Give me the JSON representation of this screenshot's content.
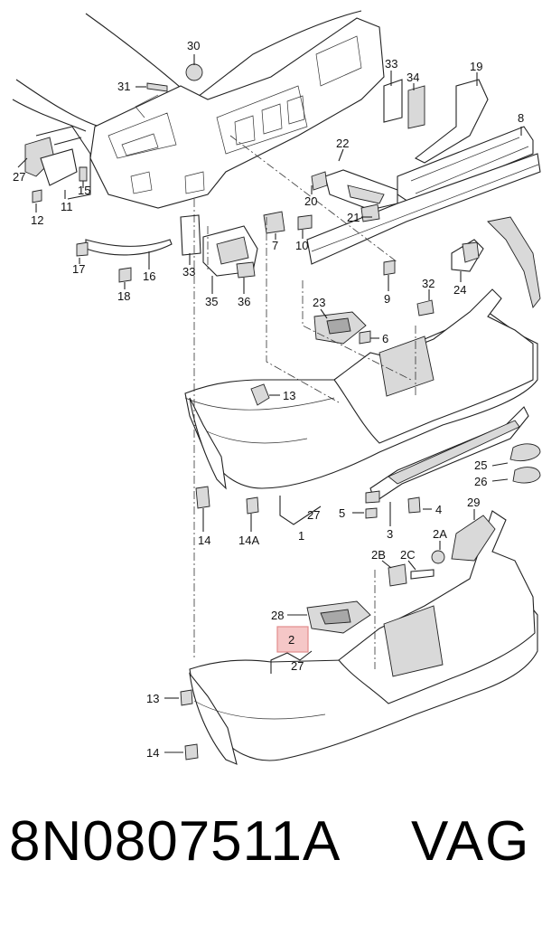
{
  "diagram": {
    "highlighted_callout": "2",
    "callouts": [
      {
        "id": "c30",
        "text": "30"
      },
      {
        "id": "c31",
        "text": "31"
      },
      {
        "id": "c33a",
        "text": "33"
      },
      {
        "id": "c34",
        "text": "34"
      },
      {
        "id": "c19",
        "text": "19"
      },
      {
        "id": "c8",
        "text": "8"
      },
      {
        "id": "c27a",
        "text": "27"
      },
      {
        "id": "c15",
        "text": "15"
      },
      {
        "id": "c12",
        "text": "12"
      },
      {
        "id": "c11",
        "text": "11"
      },
      {
        "id": "c22",
        "text": "22"
      },
      {
        "id": "c20",
        "text": "20"
      },
      {
        "id": "c21",
        "text": "21"
      },
      {
        "id": "c17",
        "text": "17"
      },
      {
        "id": "c16",
        "text": "16"
      },
      {
        "id": "c18",
        "text": "18"
      },
      {
        "id": "c7",
        "text": "7"
      },
      {
        "id": "c10",
        "text": "10"
      },
      {
        "id": "c33b",
        "text": "33"
      },
      {
        "id": "c35",
        "text": "35"
      },
      {
        "id": "c36",
        "text": "36"
      },
      {
        "id": "c32",
        "text": "32"
      },
      {
        "id": "c24",
        "text": "24"
      },
      {
        "id": "c9",
        "text": "9"
      },
      {
        "id": "c23",
        "text": "23"
      },
      {
        "id": "c6",
        "text": "6"
      },
      {
        "id": "c13a",
        "text": "13"
      },
      {
        "id": "c25",
        "text": "25"
      },
      {
        "id": "c26",
        "text": "26"
      },
      {
        "id": "c27b",
        "text": "27"
      },
      {
        "id": "c1",
        "text": "1"
      },
      {
        "id": "c5",
        "text": "5"
      },
      {
        "id": "c4",
        "text": "4"
      },
      {
        "id": "c3",
        "text": "3"
      },
      {
        "id": "c14a",
        "text": "14"
      },
      {
        "id": "c14A",
        "text": "14A"
      },
      {
        "id": "c29",
        "text": "29"
      },
      {
        "id": "c2A",
        "text": "2A"
      },
      {
        "id": "c2B",
        "text": "2B"
      },
      {
        "id": "c2C",
        "text": "2C"
      },
      {
        "id": "c28",
        "text": "28"
      },
      {
        "id": "c2",
        "text": "2"
      },
      {
        "id": "c27c",
        "text": "27"
      },
      {
        "id": "c13b",
        "text": "13"
      },
      {
        "id": "c14b",
        "text": "14"
      }
    ]
  },
  "caption": {
    "part_number": "8N0807511A",
    "brand": "VAG"
  },
  "colors": {
    "highlight_fill": "#f5c7c7",
    "highlight_stroke": "#e28c8c",
    "line": "#222222"
  }
}
